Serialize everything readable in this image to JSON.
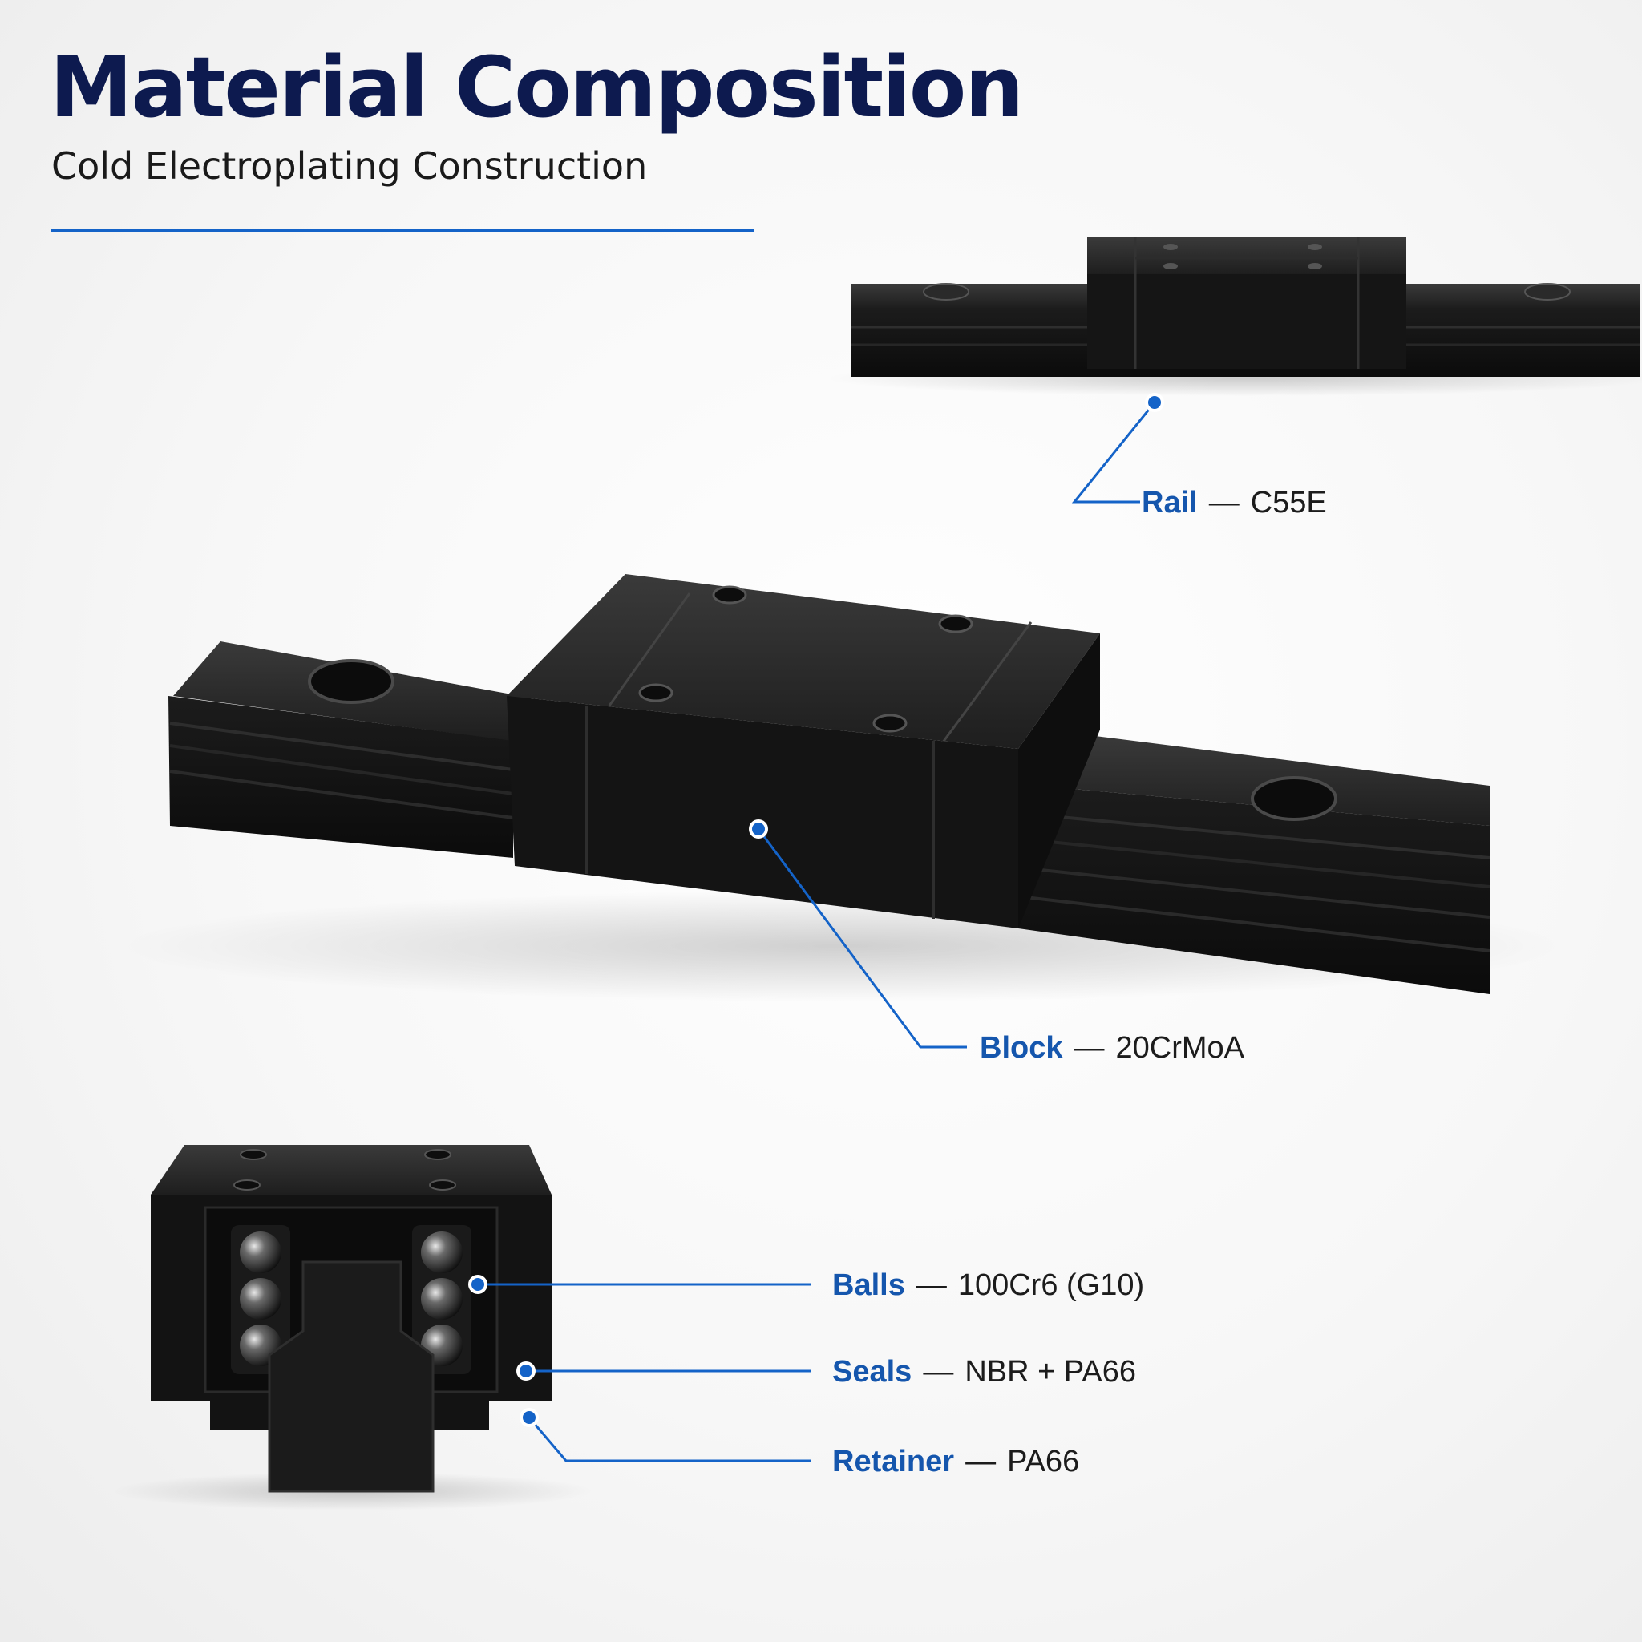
{
  "header": {
    "title": "Material Composition",
    "subtitle": "Cold Electroplating Construction"
  },
  "callouts": [
    {
      "id": "rail",
      "name": "Rail",
      "separator": "—",
      "material": "C55E"
    },
    {
      "id": "block",
      "name": "Block",
      "separator": "—",
      "material": "20CrMoA"
    },
    {
      "id": "balls",
      "name": "Balls",
      "separator": "—",
      "material": "100Cr6 (G10)"
    },
    {
      "id": "seals",
      "name": "Seals",
      "separator": "—",
      "material": "NBR + PA66"
    },
    {
      "id": "retainer",
      "name": "Retainer",
      "separator": "—",
      "material": "PA66"
    }
  ],
  "colors": {
    "title": "#0d1a4f",
    "accent": "#1463c8",
    "label_name": "#1556ad",
    "product": "#141414"
  }
}
